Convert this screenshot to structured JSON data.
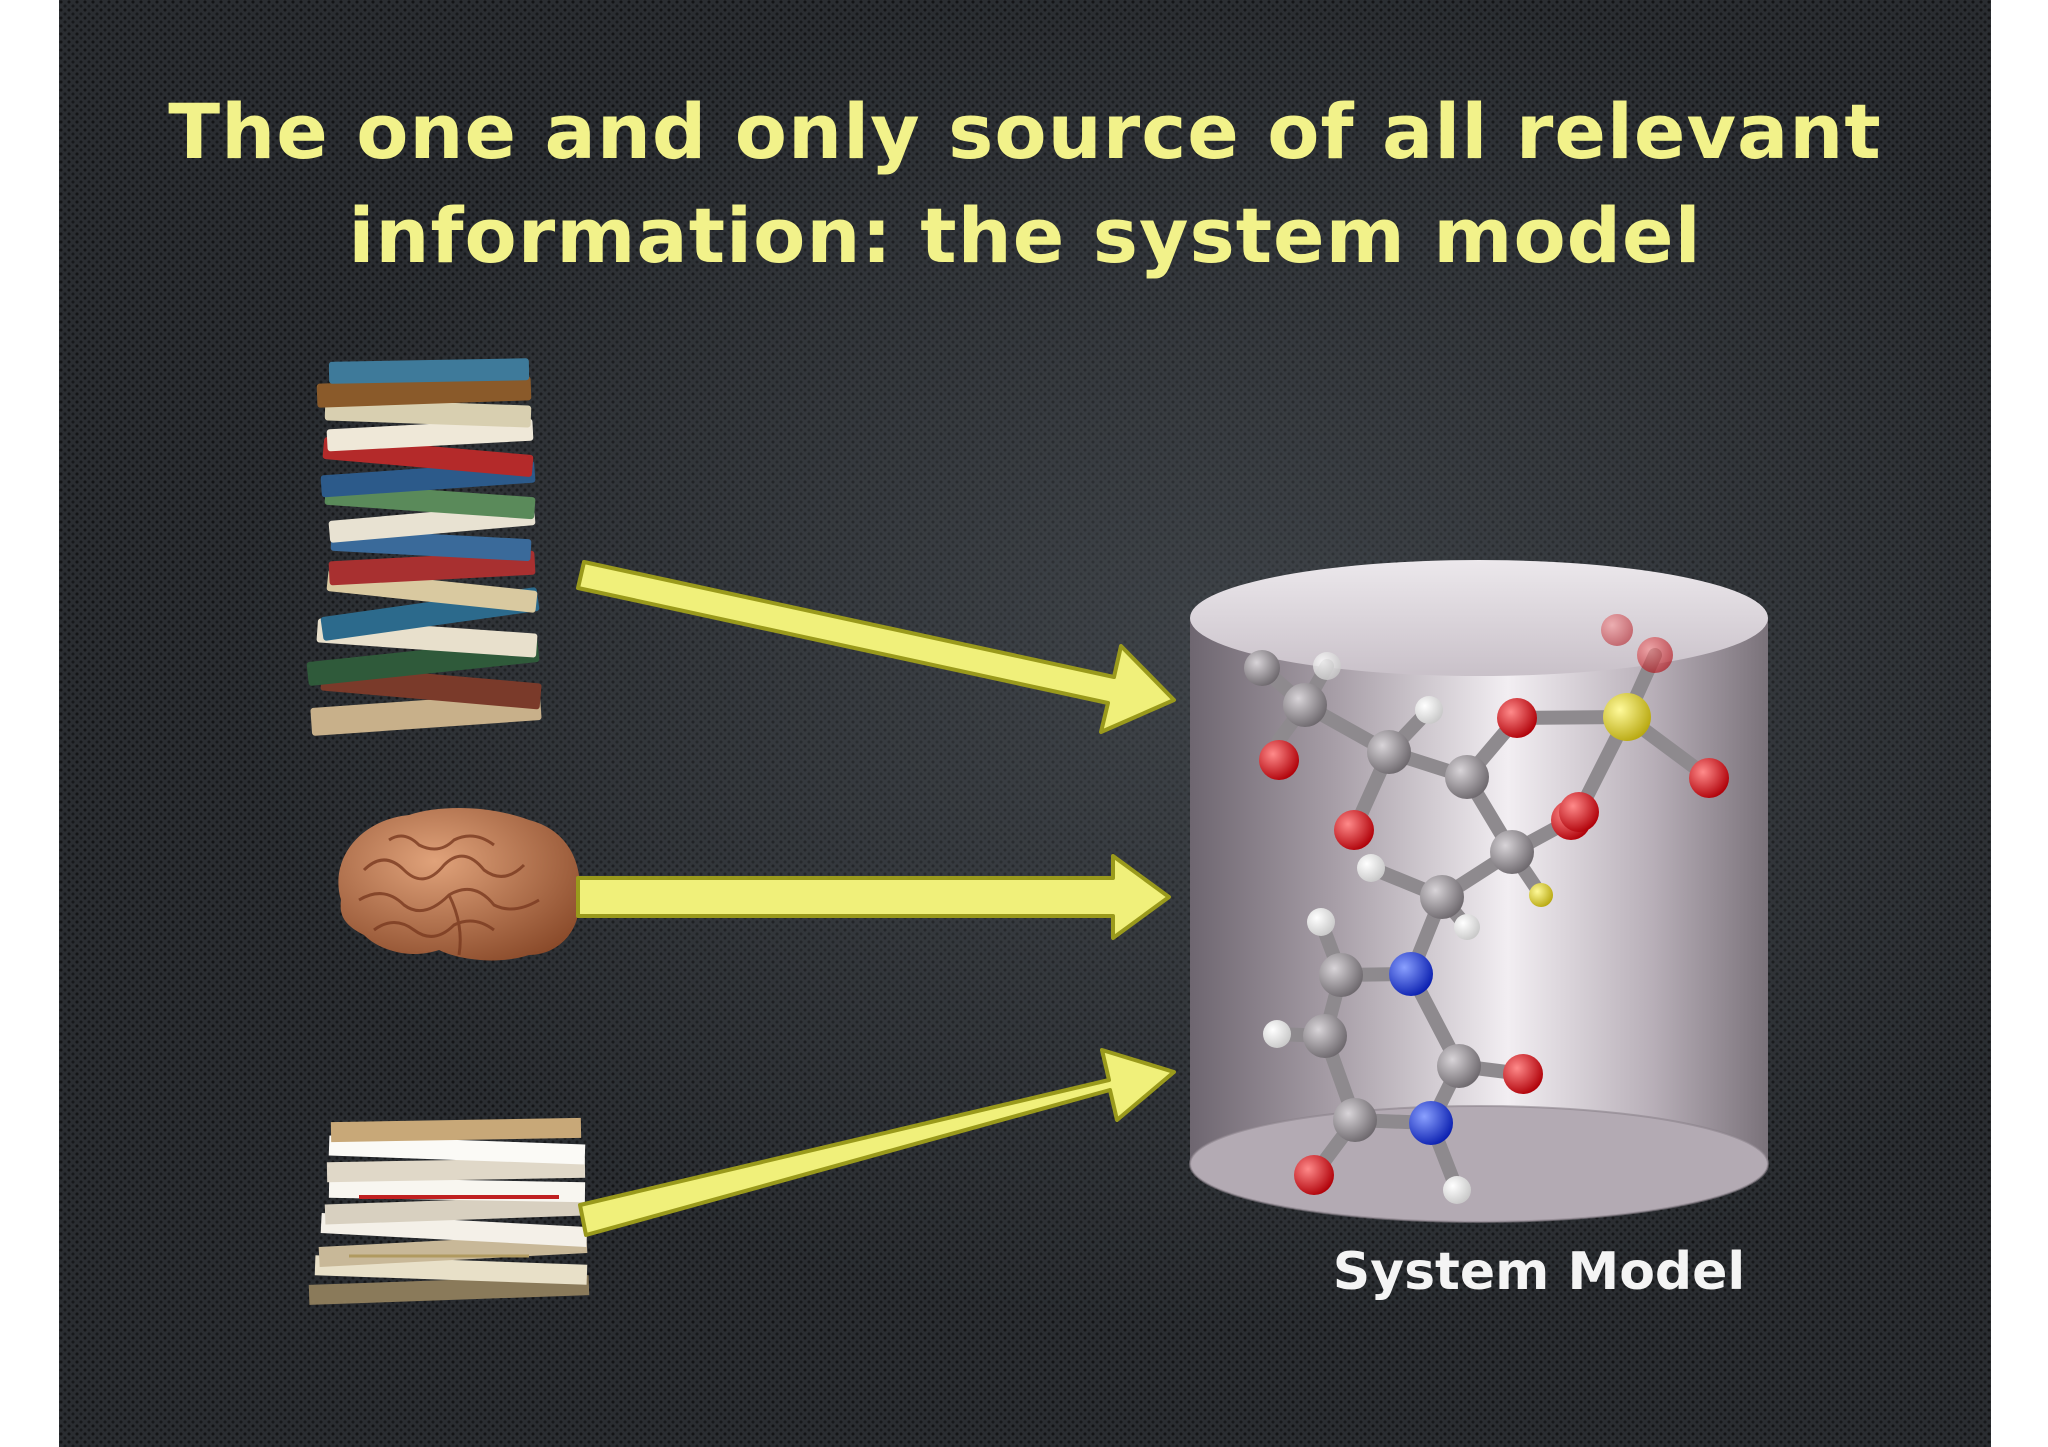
{
  "slide": {
    "title_line1": "The one and only source of all relevant",
    "title_line2": "information: the system model",
    "caption": "System Model"
  },
  "sources": [
    {
      "name": "stacked-books",
      "icon": "books-icon"
    },
    {
      "name": "brain",
      "icon": "brain-icon"
    },
    {
      "name": "paper-stack",
      "icon": "paper-stack-icon"
    }
  ],
  "colors": {
    "title": "#f2f28a",
    "arrow_fill": "#f0f07a",
    "arrow_stroke": "#9a9a1c",
    "caption": "#f4f4f4",
    "atom_carbon": "#8e8a8e",
    "atom_oxygen": "#e0141a",
    "atom_nitrogen": "#1430e0",
    "atom_hydrogen": "#f4f4f4",
    "atom_phosphorus": "#e6d82a"
  }
}
